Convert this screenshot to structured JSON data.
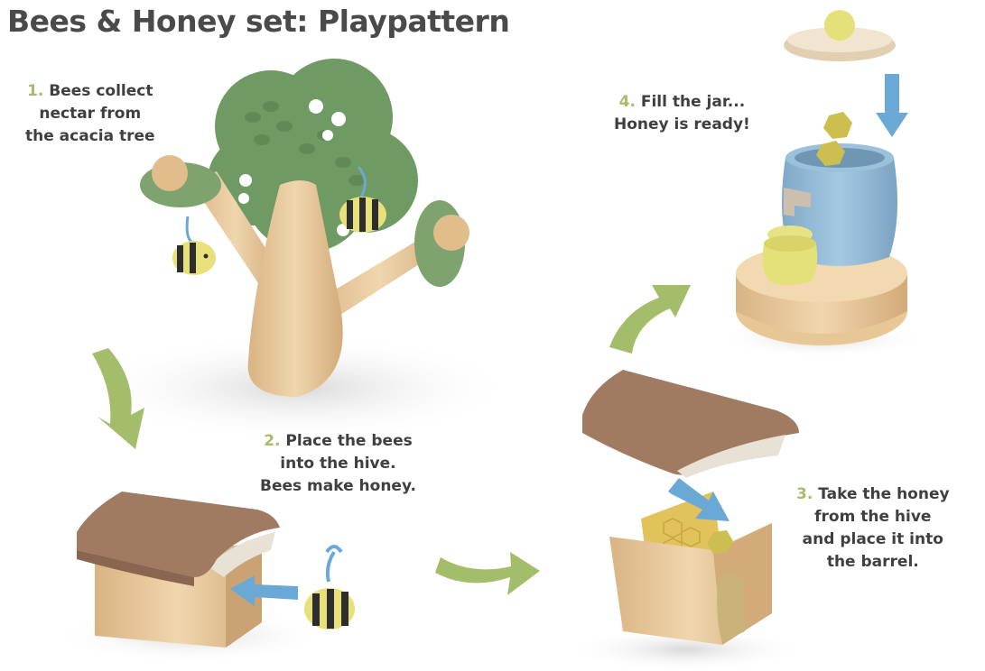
{
  "title": "Bees & Honey set: Playpattern",
  "colors": {
    "leaf_green": "#6f9a63",
    "arrow_green": "#a4bd6a",
    "arrow_blue": "#6aa8d6",
    "wood": "#e2c397",
    "roof_brown": "#a07b62",
    "jar_blue": "#8fb6d2",
    "bee_yellow": "#e8e07a"
  },
  "steps": [
    {
      "num": "1.",
      "lines": [
        "Bees collect",
        "nectar from",
        "the acacia tree"
      ]
    },
    {
      "num": "2.",
      "lines": [
        "Place the bees",
        "into the hive.",
        "Bees make honey."
      ]
    },
    {
      "num": "3.",
      "lines": [
        "Take the honey",
        "from the hive",
        "and place it into",
        "the barrel."
      ]
    },
    {
      "num": "4.",
      "lines": [
        "Fill the jar...",
        "Honey is ready!"
      ]
    }
  ],
  "illustrations": [
    "acacia-tree-toy",
    "bee-toy",
    "beehive-toy",
    "open-hive-with-honeycomb",
    "honey-barrel-with-jar"
  ]
}
